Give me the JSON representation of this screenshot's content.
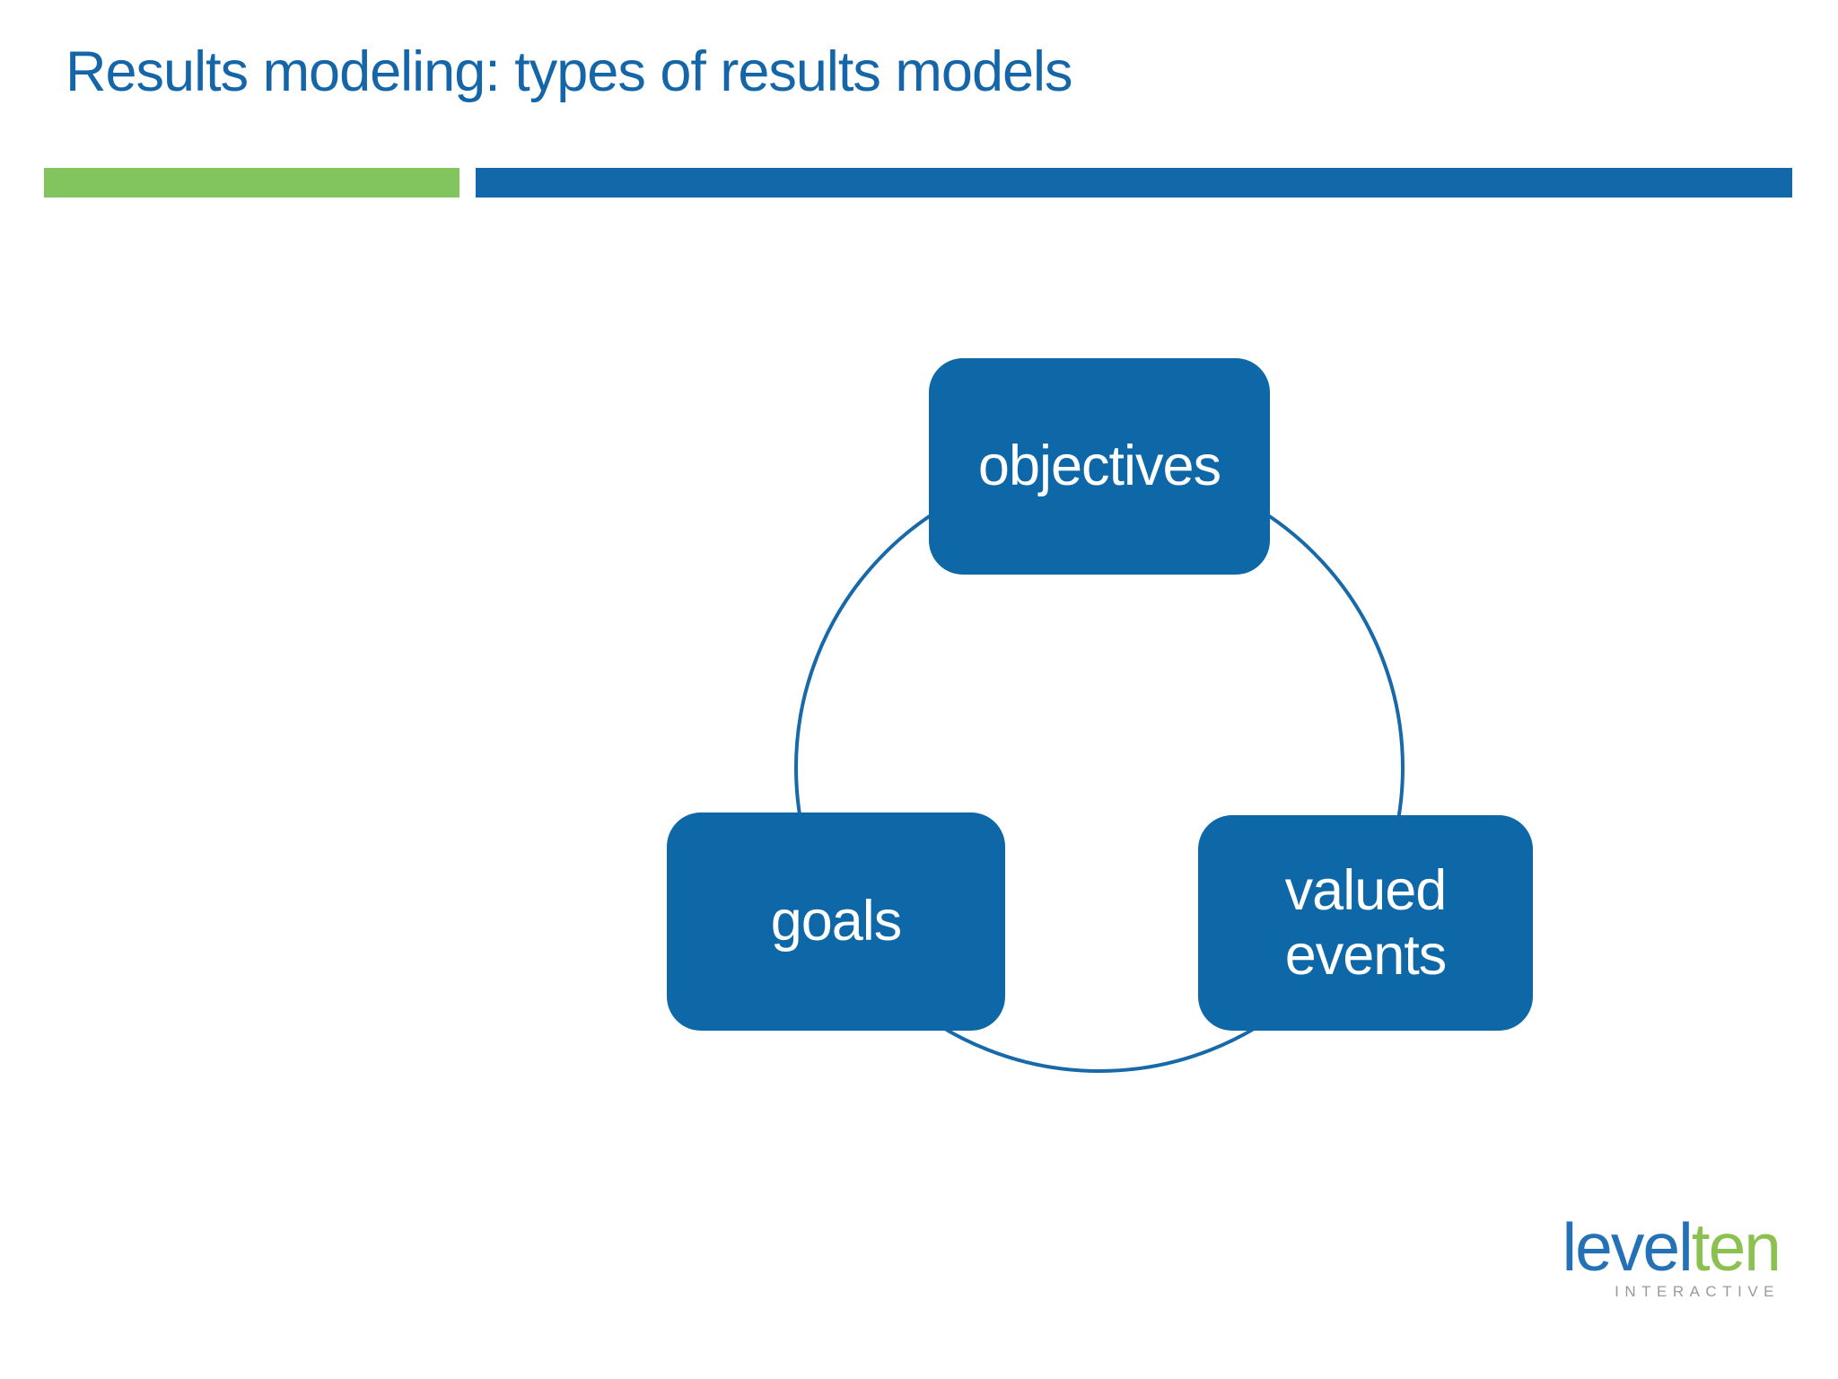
{
  "header": {
    "title": "Results modeling: types of results models"
  },
  "accent": {
    "title_color": "#1566A9",
    "green_bar_color": "#82C45E",
    "blue_bar_color": "#1268A8",
    "node_fill_color": "#0E67A7",
    "node_text_color": "#FFFFFF",
    "cycle_stroke_color": "#1769A9"
  },
  "diagram": {
    "type": "cycle",
    "nodes": [
      {
        "id": "objectives",
        "label": "objectives",
        "position": "top"
      },
      {
        "id": "valued-events",
        "label": "valued events",
        "position": "bottom-right"
      },
      {
        "id": "goals",
        "label": "goals",
        "position": "bottom-left"
      }
    ]
  },
  "footer": {
    "logo": {
      "word_blue": "level",
      "word_green": "ten",
      "tagline": "INTERACTIVE",
      "word_blue_color": "#2471B5",
      "word_green_color": "#8CC152",
      "tagline_color": "#9A9A9A"
    }
  }
}
